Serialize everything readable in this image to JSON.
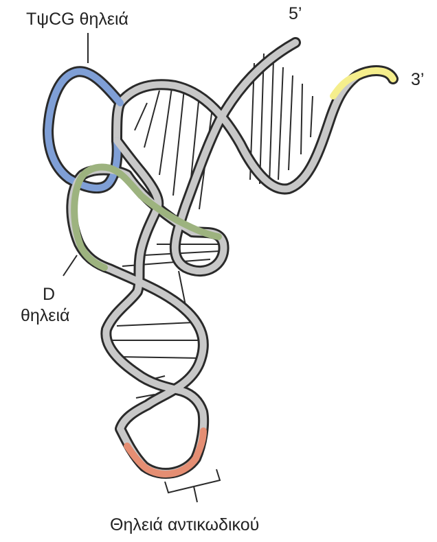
{
  "labels": {
    "tpsi_loop": "TψCG θηλειά",
    "five_prime": "5’",
    "three_prime": "3’",
    "d_loop_line1": "D",
    "d_loop_line2": "θηλειά",
    "anticodon_loop": "Θηλειά αντικωδικού"
  },
  "colors": {
    "backbone": "#c8c8c8",
    "outline": "#2a2a2a",
    "tpsi_loop": "#7f9fd6",
    "d_loop": "#9db37f",
    "anticodon_loop": "#e58e73",
    "acceptor_tail": "#f5ee8c"
  }
}
